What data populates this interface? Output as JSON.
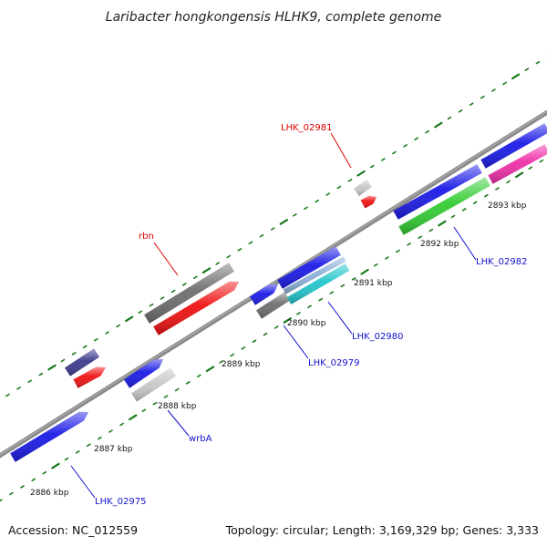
{
  "title": "Laribacter hongkongensis HLHK9, complete genome",
  "footer": {
    "accession": "Accession: NC_012559",
    "stats": "Topology: circular; Length: 3,169,329 bp; Genes: 3,333"
  },
  "ticks": [
    "2886 kbp",
    "2887 kbp",
    "2888 kbp",
    "2889 kbp",
    "2890 kbp",
    "2891 kbp",
    "2892 kbp",
    "2893 kbp"
  ],
  "labels": {
    "lhk_02981": "LHK_02981",
    "rbn": "rbn",
    "lhk_02982": "LHK_02982",
    "lhk_02980": "LHK_02980",
    "lhk_02979": "LHK_02979",
    "wrbA": "wrbA",
    "lhk_02975": "LHK_02975"
  },
  "colors": {
    "backbone": "#8a8a8a",
    "tick": "#1a7a1a",
    "cds_forward": "#1a1ae6",
    "cds_reverse": "#ee1111",
    "gene_gray": "#6e6e6e",
    "gene_light": "#c8c8c8",
    "gene_navy": "#3d3a8c",
    "gene_green": "#33cc33",
    "gene_magenta": "#ee2ea8",
    "gene_cyan": "#22c6cc",
    "label_red": "#dd0000",
    "label_blue": "#1010cc"
  }
}
